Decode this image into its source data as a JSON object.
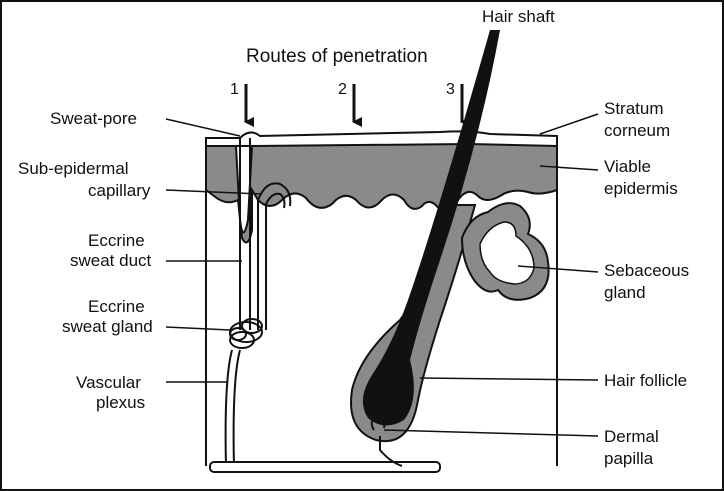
{
  "diagram": {
    "title": "Routes of penetration",
    "routes": [
      "1",
      "2",
      "3"
    ],
    "labels_left": {
      "sweat_pore": "Sweat-pore",
      "sub_epidermal_capillary": [
        "Sub-epidermal",
        "capillary"
      ],
      "eccrine_sweat_duct": [
        "Eccrine",
        "sweat duct"
      ],
      "eccrine_sweat_gland": [
        "Eccrine",
        "sweat gland"
      ],
      "vascular_plexus": [
        "Vascular",
        "plexus"
      ]
    },
    "labels_right": {
      "hair_shaft": "Hair shaft",
      "stratum_corneum": [
        "Stratum",
        "corneum"
      ],
      "viable_epidermis": [
        "Viable",
        "epidermis"
      ],
      "sebaceous_gland": [
        "Sebaceous",
        "gland"
      ],
      "hair_follicle": "Hair follicle",
      "dermal_papilla": [
        "Dermal",
        "papilla"
      ]
    },
    "colors": {
      "ink": "#111111",
      "epidermis_fill": "#8a8a8a",
      "background": "#ffffff"
    }
  }
}
